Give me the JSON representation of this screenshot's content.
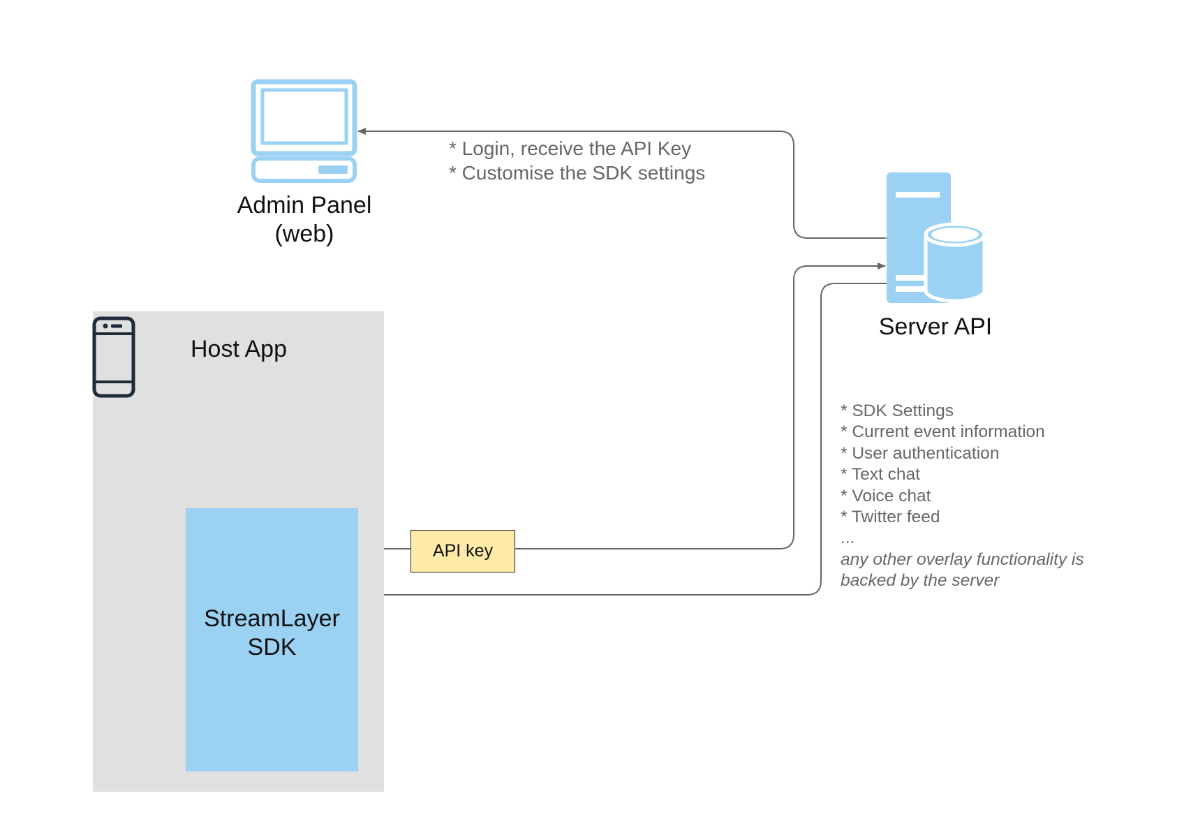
{
  "nodes": {
    "admin_panel": {
      "label_line1": "Admin Panel",
      "label_line2": "(web)",
      "icon": "desktop-computer-icon"
    },
    "server_api": {
      "label": "Server API",
      "icon": "server-database-icon"
    },
    "host_app": {
      "label": "Host App",
      "icon": "mobile-phone-icon"
    },
    "sdk": {
      "label_line1": "StreamLayer",
      "label_line2": "SDK"
    },
    "api_key": {
      "label": "API key"
    }
  },
  "annotations": {
    "admin_server": [
      "* Login, receive the API Key",
      "* Customise the SDK settings"
    ],
    "server_features": [
      "* SDK Settings",
      "* Current event information",
      "* User authentication",
      "* Text chat",
      "* Voice chat",
      "* Twitter feed",
      "..."
    ],
    "server_features_note": [
      "any other overlay functionality is",
      "backed by the server"
    ]
  },
  "colors": {
    "icon_blue": "#9bd1f2",
    "host_app_bg": "#e0e0e0",
    "api_key_bg": "#ffeaa8",
    "connector": "#666666",
    "phone_icon": "#1f2a3a"
  }
}
